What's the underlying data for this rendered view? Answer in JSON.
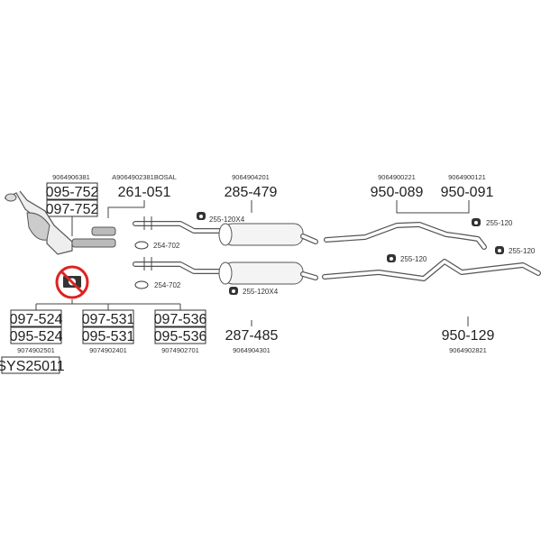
{
  "diagram": {
    "top_codes": {
      "cat": "9064906381",
      "flex": "A9064902381BOSAL",
      "front_muffler": "9064904201",
      "mid1": "9064900221",
      "mid2": "9064900121"
    },
    "top_parts": {
      "cat_a": "095-752",
      "cat_b": "097-752",
      "flex": "261-051",
      "front_muffler": "285-479",
      "mid1": "950-089",
      "mid2": "950-091"
    },
    "fittings": {
      "clamp_x4_a": "255-120X4",
      "clamp_x4_b": "255-120X4",
      "gasket_a": "254-702",
      "gasket_b": "254-702",
      "hanger_a": "255-120",
      "hanger_b": "255-120",
      "hanger_c": "255-120"
    },
    "bottom_parts": [
      {
        "top": "097-524",
        "bottom": "095-524",
        "code": "9074902501"
      },
      {
        "top": "097-531",
        "bottom": "095-531",
        "code": "9074902401"
      },
      {
        "top": "097-536",
        "bottom": "095-536",
        "code": "9074902701"
      }
    ],
    "system": "SYS25011",
    "lower_muffler": {
      "part": "287-485",
      "code": "9064904301"
    },
    "lower_pipe": {
      "part": "950-129",
      "code": "9064902821"
    }
  }
}
